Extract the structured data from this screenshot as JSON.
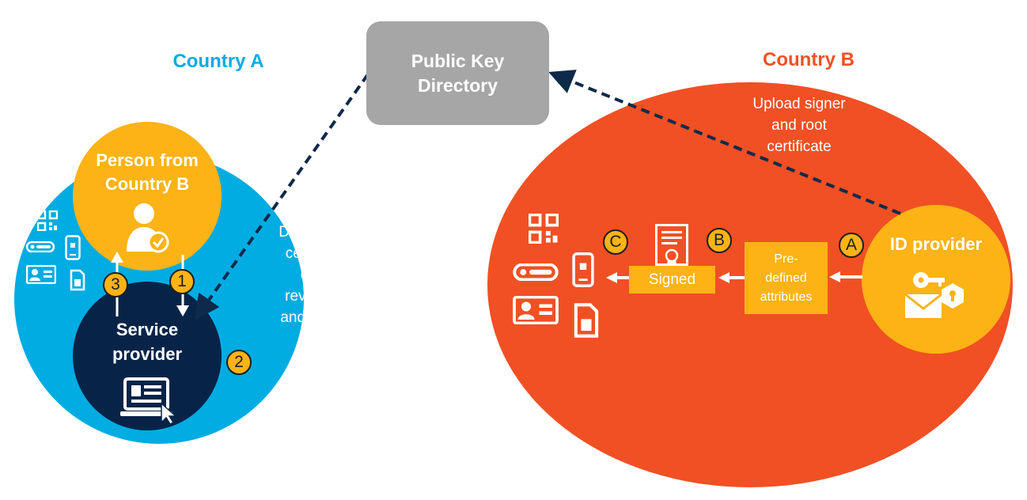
{
  "diagram": {
    "country_a": {
      "title": "Country A",
      "person_line1": "Person from",
      "person_line2": "Country B",
      "service_line1": "Service",
      "service_line2": "provider",
      "download_note": [
        "Download signer",
        "certificate, root",
        "certificate,",
        "revocation lists",
        "and store locally"
      ],
      "steps": [
        "1",
        "2",
        "3"
      ]
    },
    "public_key_directory": {
      "line1": "Public Key",
      "line2": "Directory"
    },
    "country_b": {
      "title": "Country B",
      "upload_note": [
        "Upload signer",
        "and root",
        "certificate"
      ],
      "id_provider": "ID provider",
      "predefined": [
        "Pre-",
        "defined",
        "attributes"
      ],
      "signed": "Signed",
      "steps": [
        "A",
        "B",
        "C"
      ]
    },
    "colors": {
      "country_a": "#00ace2",
      "country_b": "#f05024",
      "accent": "#fbb316",
      "navy": "#072448",
      "directory": "#a6a6a6",
      "connector": "#0d2a4a"
    },
    "icons": [
      "qr-code-icon",
      "usb-token-icon",
      "smartphone-icon",
      "id-card-icon",
      "sim-card-icon",
      "user-check-icon",
      "computer-cursor-icon",
      "certificate-icon",
      "key-envelope-icon"
    ]
  }
}
